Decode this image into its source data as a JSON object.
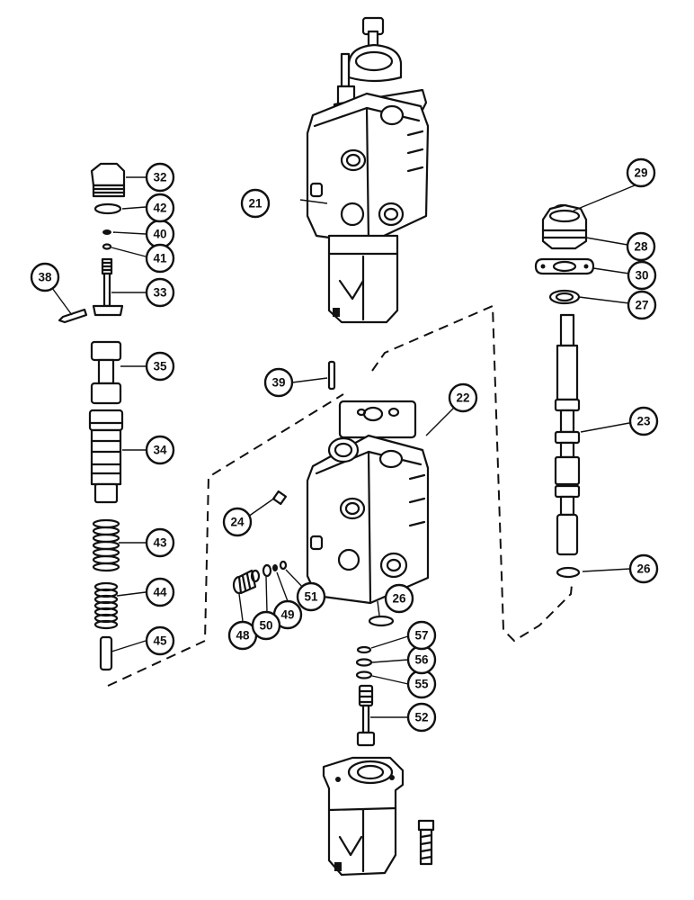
{
  "callouts": [
    {
      "id": "21",
      "label": "21"
    },
    {
      "id": "22",
      "label": "22"
    },
    {
      "id": "23",
      "label": "23"
    },
    {
      "id": "24",
      "label": "24"
    },
    {
      "id": "26a",
      "label": "26"
    },
    {
      "id": "26b",
      "label": "26"
    },
    {
      "id": "27",
      "label": "27"
    },
    {
      "id": "28",
      "label": "28"
    },
    {
      "id": "29",
      "label": "29"
    },
    {
      "id": "30",
      "label": "30"
    },
    {
      "id": "32",
      "label": "32"
    },
    {
      "id": "33",
      "label": "33"
    },
    {
      "id": "34",
      "label": "34"
    },
    {
      "id": "35",
      "label": "35"
    },
    {
      "id": "38",
      "label": "38"
    },
    {
      "id": "39",
      "label": "39"
    },
    {
      "id": "40",
      "label": "40"
    },
    {
      "id": "41",
      "label": "41"
    },
    {
      "id": "42",
      "label": "42"
    },
    {
      "id": "43",
      "label": "43"
    },
    {
      "id": "44",
      "label": "44"
    },
    {
      "id": "45",
      "label": "45"
    },
    {
      "id": "48",
      "label": "48"
    },
    {
      "id": "49",
      "label": "49"
    },
    {
      "id": "50",
      "label": "50"
    },
    {
      "id": "51",
      "label": "51"
    },
    {
      "id": "52",
      "label": "52"
    },
    {
      "id": "55",
      "label": "55"
    },
    {
      "id": "56",
      "label": "56"
    },
    {
      "id": "57",
      "label": "57"
    }
  ]
}
